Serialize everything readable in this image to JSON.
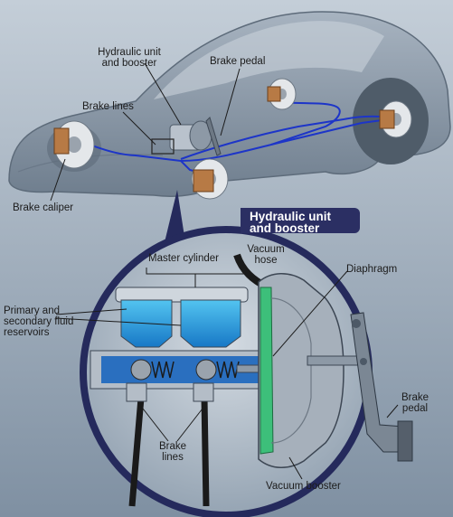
{
  "title": "Hydraulic unit\nand booster",
  "labels": {
    "hydraulic_unit": "Hydraulic unit\nand booster",
    "brake_pedal_top": "Brake pedal",
    "brake_lines_top": "Brake lines",
    "brake_caliper": "Brake caliper",
    "vacuum_hose": "Vacuum\nhose",
    "master_cylinder": "Master cylinder",
    "diaphragm": "Diaphragm",
    "reservoirs": "Primary and\nsecondary fluid\nreservoirs",
    "brake_pedal_bottom": "Brake\npedal",
    "brake_lines_bottom": "Brake\nlines",
    "vacuum_booster": "Vacuum booster"
  },
  "colors": {
    "background": "#9fb0bf",
    "car_body": "#8a97a6",
    "brake_line": "#1d35c8",
    "fluid": "#2aa7de",
    "diaphragm": "#3dbf7a",
    "title_bg": "#2b2f63"
  }
}
